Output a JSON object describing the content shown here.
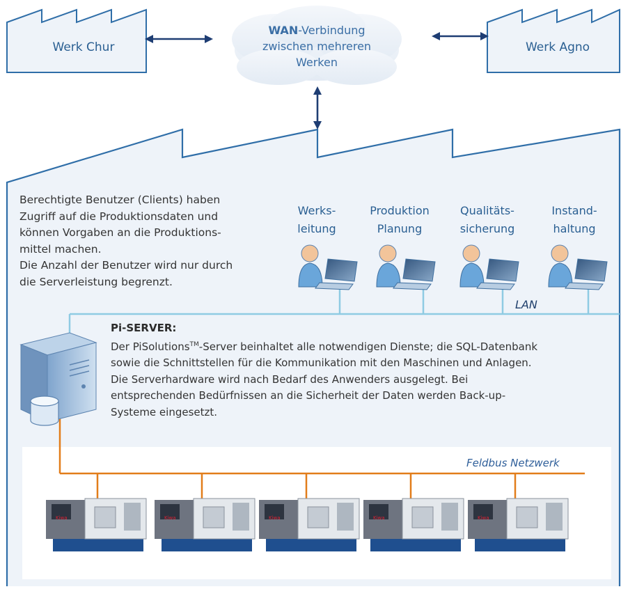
{
  "werk_left": "Werk Chur",
  "werk_right": "Werk Agno",
  "wan": {
    "bold": "WAN",
    "rest": "-Verbindung",
    "line2": "zwischen mehreren",
    "line3": "Werken"
  },
  "intro_lines": [
    "Berechtigte Benutzer (Clients) haben",
    "Zugriff auf die Produktionsdaten und",
    "können Vorgaben an die Produktions-",
    "mittel machen.",
    "Die Anzahl der Benutzer wird nur durch",
    "die Serverleistung begrenzt."
  ],
  "clients": [
    {
      "line1": "Werks-",
      "line2": "leitung"
    },
    {
      "line1": "Produktion",
      "line2": "Planung"
    },
    {
      "line1": "Qualitäts-",
      "line2": "sicherung"
    },
    {
      "line1": "Instand-",
      "line2": "haltung"
    }
  ],
  "lan_label": "LAN",
  "server": {
    "title": "Pi-SERVER:",
    "desc_pre": "Der PiSolutions",
    "desc_tm": "TM",
    "desc_post": "-Server beinhaltet alle notwendigen Dienste; die SQL-Datenbank",
    "lines": [
      "sowie die Schnittstellen für die Kommunikation mit den Maschinen und Anlagen.",
      "Die Serverhardware wird nach Bedarf des Anwenders ausgelegt. Bei",
      "entsprechenden Bedürfnissen an die Sicherheit der Daten werden Back-up-",
      "Systeme eingesetzt."
    ]
  },
  "feldbus_label": "Feldbus Netzwerk",
  "machines": [
    {
      "brand": "Kiwa"
    },
    {
      "brand": "Kiwa"
    },
    {
      "brand": "Kiwa"
    },
    {
      "brand": "Kiwa"
    },
    {
      "brand": "Kiwa"
    }
  ],
  "colors": {
    "outline": "#2f6ea8",
    "fill": "#eef3f9",
    "arrow": "#1e3d73",
    "lan": "#8fcbe3",
    "fieldbus": "#e27d1a",
    "text_blue": "#2a5f92"
  }
}
